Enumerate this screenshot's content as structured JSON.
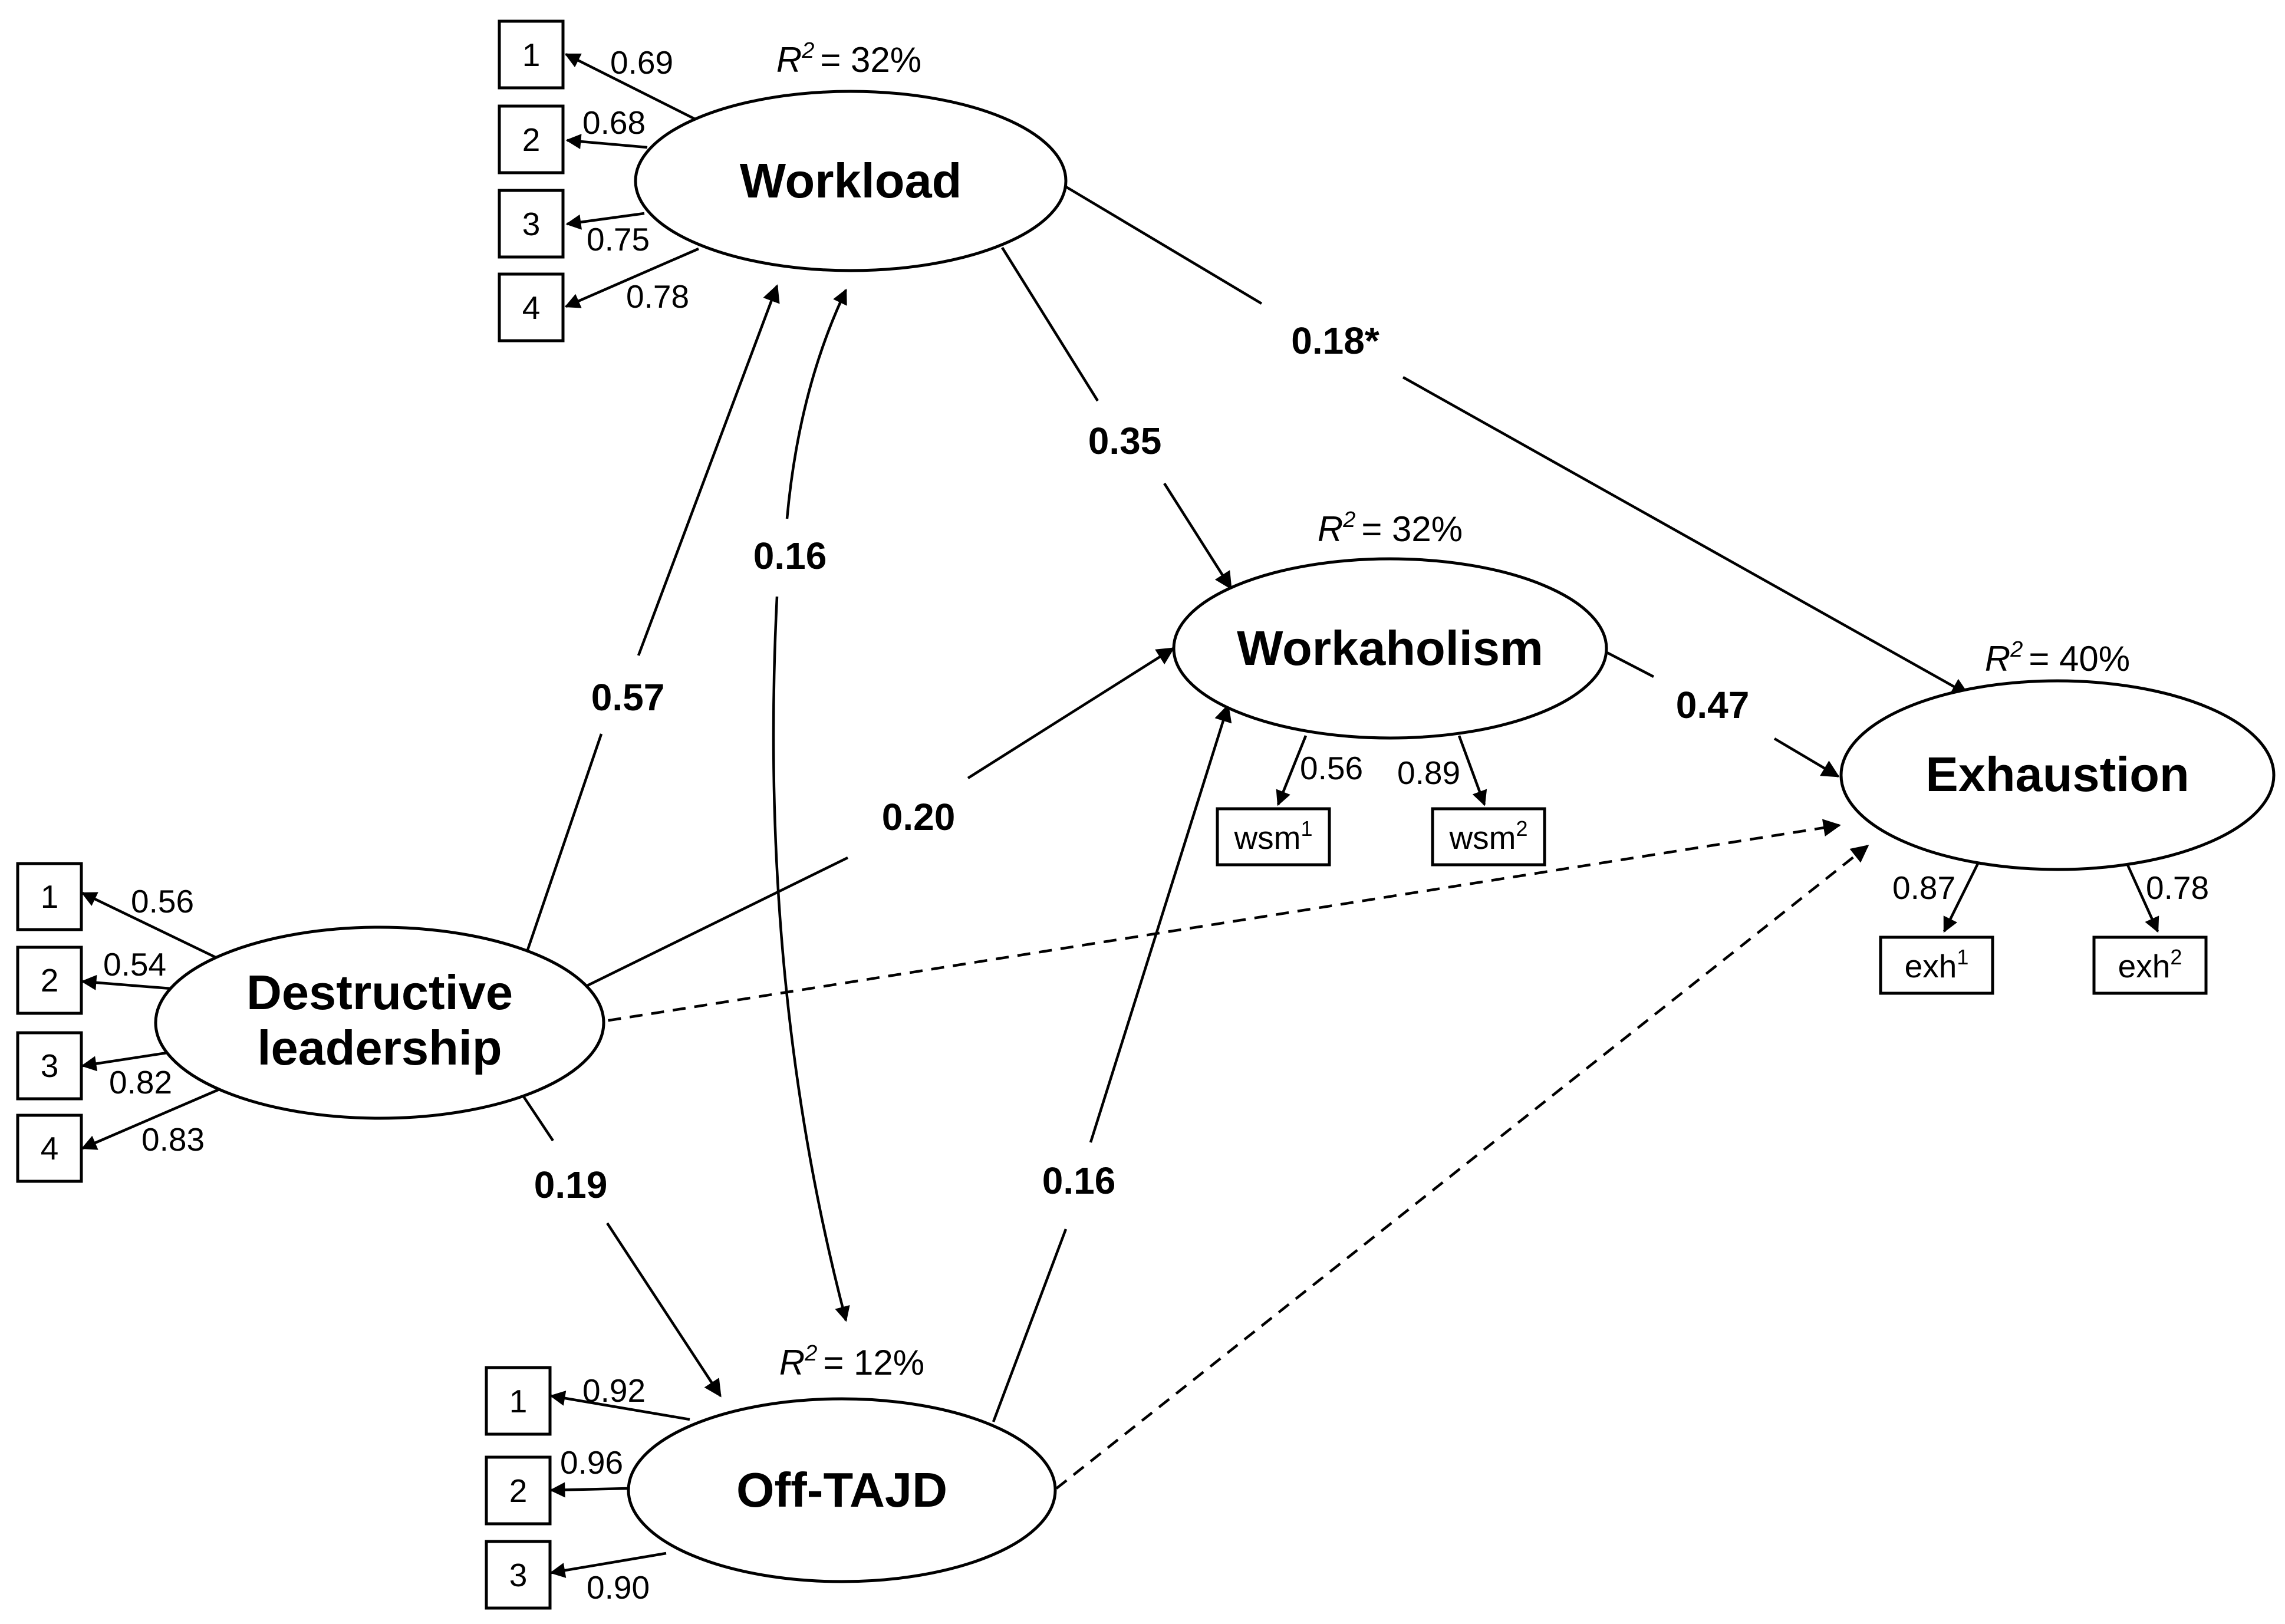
{
  "latent": {
    "workload": "Workload",
    "workaholism": "Workaholism",
    "exhaustion": "Exhaustion",
    "destructive_line1": "Destructive",
    "destructive_line2": "leadership",
    "off_tajd": "Off-TAJD"
  },
  "r_squared": {
    "symbol": "R",
    "exponent": "2",
    "workload": "= 32%",
    "workaholism": "= 32%",
    "exhaustion": "= 40%",
    "off_tajd": "= 12%"
  },
  "paths": {
    "workload_to_exhaustion": "0.18*",
    "workload_to_workaholism": "0.35",
    "workload_offtajd_covariance": "0.16",
    "destructive_to_workload": "0.57",
    "destructive_to_workaholism": "0.20",
    "workaholism_to_exhaustion": "0.47",
    "destructive_to_offtajd": "0.19",
    "offtajd_to_workaholism": "0.16"
  },
  "indicators": {
    "workload": {
      "items": [
        "1",
        "2",
        "3",
        "4"
      ],
      "loadings": [
        "0.69",
        "0.68",
        "0.75",
        "0.78"
      ]
    },
    "destructive": {
      "items": [
        "1",
        "2",
        "3",
        "4"
      ],
      "loadings": [
        "0.56",
        "0.54",
        "0.82",
        "0.83"
      ]
    },
    "off_tajd": {
      "items": [
        "1",
        "2",
        "3"
      ],
      "loadings": [
        "0.92",
        "0.96",
        "0.90"
      ]
    },
    "workaholism": {
      "items": [
        {
          "base": "wsm",
          "sup": "1"
        },
        {
          "base": "wsm",
          "sup": "2"
        }
      ],
      "loadings": [
        "0.56",
        "0.89"
      ]
    },
    "exhaustion": {
      "items": [
        {
          "base": "exh",
          "sup": "1"
        },
        {
          "base": "exh",
          "sup": "2"
        }
      ],
      "loadings": [
        "0.87",
        "0.78"
      ]
    }
  }
}
